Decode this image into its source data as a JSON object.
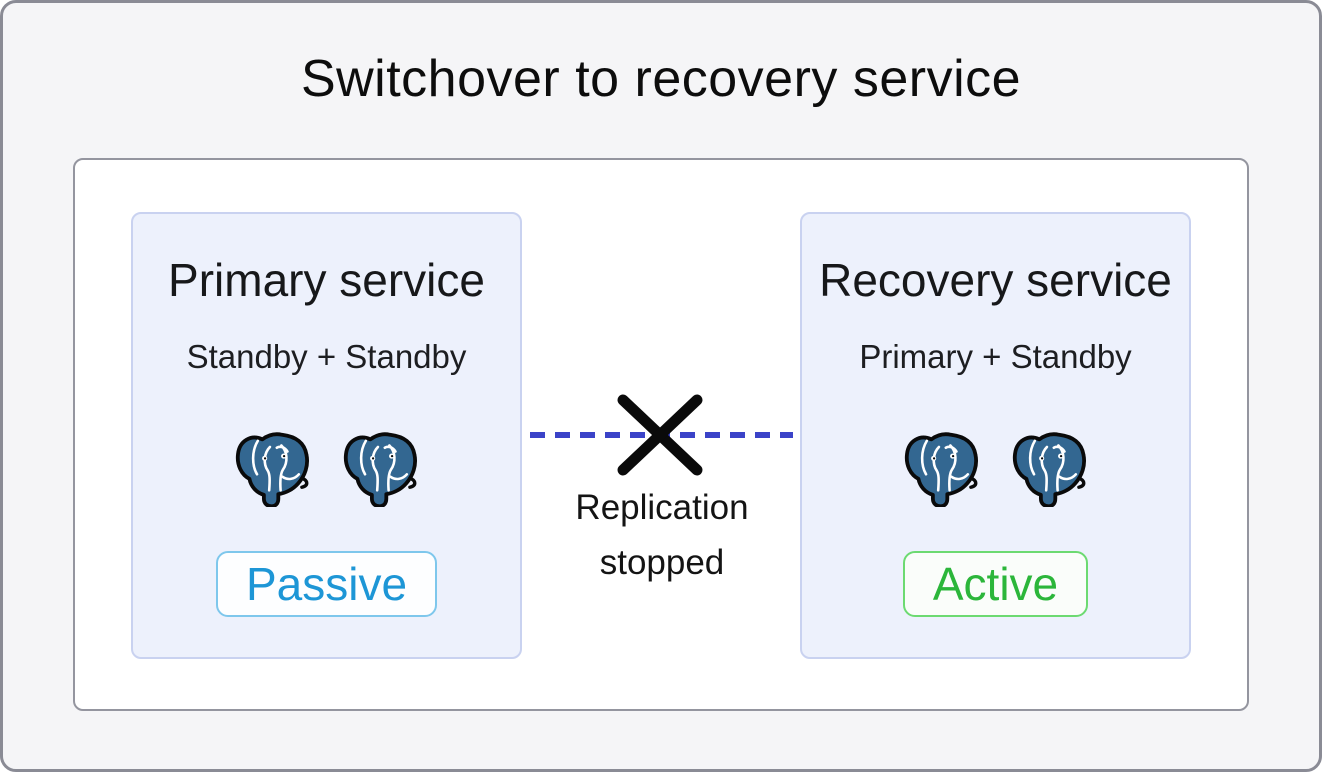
{
  "title": "Switchover to recovery service",
  "panel": {
    "cards": [
      {
        "id": "primary-service",
        "title": "Primary service",
        "subtitle": "Standby + Standby",
        "badge": "Passive",
        "badge_text_color": "#1d96d6",
        "badge_border_color": "#7ec7ec",
        "icon": "postgresql-elephant-icon",
        "icon_count": 2
      },
      {
        "id": "recovery-service",
        "title": "Recovery service",
        "subtitle": "Primary + Standby",
        "badge": "Active",
        "badge_text_color": "#2bb63a",
        "badge_border_color": "#6cda71",
        "icon": "postgresql-elephant-icon",
        "icon_count": 2
      }
    ]
  },
  "connection": {
    "caption": "Replication stopped",
    "line_style": "dashed",
    "line_color": "#3b43c8",
    "cross_icon": "x-cross-icon",
    "cross_color": "#0a0a0a"
  },
  "colors": {
    "postgres_blue": "#336791",
    "frame_bg": "#f5f5f7",
    "frame_border": "#8a8b95",
    "panel_border": "#94959f",
    "card_bg": "#edf1fc",
    "card_border": "#c9d2f0"
  }
}
